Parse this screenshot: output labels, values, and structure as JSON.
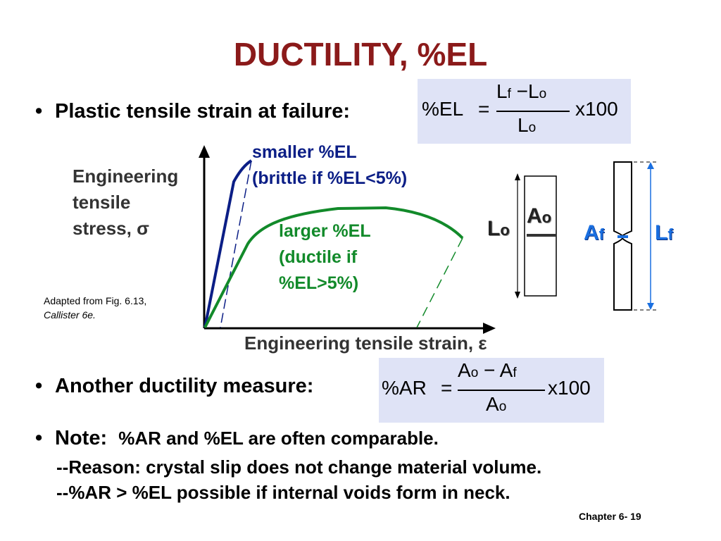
{
  "title": "DUCTILITY, %EL",
  "bullets": {
    "b1": "Plastic tensile strain at failure:",
    "b2": "Another ductility measure:",
    "b3_head": "Note:",
    "b3_text": "%AR and %EL are often comparable.",
    "reason": "--Reason:  crystal slip does not change material volume.",
    "ar_el": "--%AR > %EL possible if internal voids form in neck."
  },
  "formula_el": {
    "lhs": "%EL",
    "eq": "=",
    "num_L": "L",
    "num_f": "f",
    "minus": "−",
    "num_L2": "L",
    "num_o": "o",
    "den_L": "L",
    "den_o": "o",
    "mult": "x100"
  },
  "formula_ar": {
    "lhs": "%AR",
    "eq": "=",
    "num_A": "A",
    "num_o": "o",
    "minus": "−",
    "num_A2": "A",
    "num_f": "f",
    "den_A": "A",
    "den_o": "o",
    "mult": "x100"
  },
  "graph": {
    "ylabel_lines": [
      "Engineering",
      "tensile",
      "stress, σ"
    ],
    "xlabel": "Engineering tensile strain, ε",
    "brittle_lines": [
      "smaller %EL",
      "(brittle if %EL<5%)"
    ],
    "ductile_lines": [
      "larger %EL",
      "(ductile if",
      "%EL>5%)"
    ],
    "source_line1": "Adapted from Fig. 6.13,",
    "source_line2": "Callister 6e.",
    "colors": {
      "brittle": "#0b1e86",
      "ductile": "#128a2a",
      "axis": "#000000"
    }
  },
  "specimen": {
    "lo_L": "L",
    "lo_o": "o",
    "ao_A": "A",
    "ao_o": "o",
    "af_A": "A",
    "af_f": "f",
    "lf_L": "L",
    "lf_f": "f",
    "colors": {
      "dark": "#222222",
      "blue": "#1a6fe0"
    }
  },
  "footer": {
    "chapter": "Chapter 6- 19"
  }
}
